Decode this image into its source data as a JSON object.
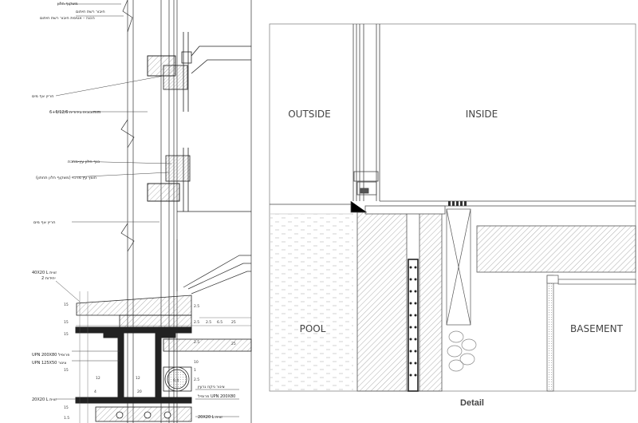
{
  "detail": {
    "caption": "Detail",
    "zones": {
      "outside": "OUTSIDE",
      "inside": "INSIDE",
      "pool": "POOL",
      "basement": "BASEMENT"
    }
  },
  "section": {
    "notes": [
      "משקוף חלון",
      "חיבור רשת חיתום",
      "הכנה - אטימת חיבור רשת חיתום",
      "חריץ אף מים",
      "זכוכית בידודית 6+6/12/6mm",
      "כנף חלון עץ-מתכת",
      "חוצץ עץ מרכזי (משקוף חלון תחתון)",
      "חריץ אף מים",
      "40X20 L זווית",
      "2 יחידות",
      "UPN 200X80 פרופיל",
      "UPN 125X50 צינור",
      "20X20 L זווית",
      "צינור ניקוז גרעין",
      "פרופיל UPN 200X80",
      "20X20 L זווית"
    ],
    "dims": [
      "15",
      "15",
      "2.5",
      "2.5",
      "2.5",
      "6.5",
      "25",
      "15",
      "12",
      "12",
      "2.5",
      "10",
      "15",
      "6.4",
      "25",
      "1",
      "2.5",
      "15",
      "1.5",
      "4",
      "20"
    ]
  }
}
